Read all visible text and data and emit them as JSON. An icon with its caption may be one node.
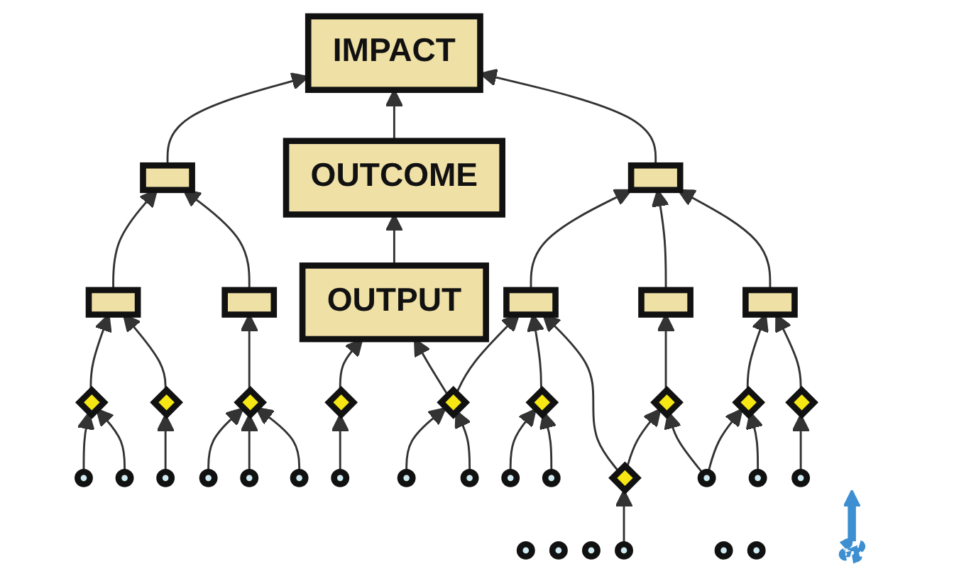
{
  "diagram": {
    "nodes": [
      {
        "text": [
          "IMPACT"
        ]
      },
      {
        "text": [],
        "shape": "box"
      },
      {
        "text": [
          "OUTCOME"
        ]
      },
      {
        "text": [],
        "shape": "box"
      },
      {
        "text": [],
        "shape": "box"
      },
      {
        "text": [],
        "shape": "box"
      },
      {
        "text": [
          "OUTPUT"
        ]
      },
      {
        "text": [],
        "shape": "box"
      },
      {
        "text": [],
        "shape": "box"
      },
      {
        "text": [],
        "shape": "box"
      },
      {
        "text": [],
        "shape": "diamond"
      },
      {
        "text": [],
        "shape": "diamond"
      },
      {
        "text": [],
        "shape": "diamond"
      },
      {
        "text": [],
        "shape": "diamond"
      },
      {
        "text": [],
        "shape": "diamond"
      },
      {
        "text": [],
        "shape": "diamond"
      },
      {
        "text": [],
        "shape": "diamond"
      },
      {
        "text": [],
        "shape": "diamond"
      },
      {
        "text": [],
        "shape": "diamond"
      },
      {
        "text": [],
        "shape": "diamond"
      },
      {
        "text": [],
        "shape": "circle"
      },
      {
        "text": [],
        "shape": "circle"
      },
      {
        "text": [],
        "shape": "circle"
      },
      {
        "text": [],
        "shape": "circle"
      },
      {
        "text": [],
        "shape": "circle"
      },
      {
        "text": [],
        "shape": "circle"
      },
      {
        "text": [],
        "shape": "circle"
      },
      {
        "text": [],
        "shape": "circle"
      },
      {
        "text": [],
        "shape": "circle"
      },
      {
        "text": [],
        "shape": "circle"
      },
      {
        "text": [],
        "shape": "circle"
      },
      {
        "text": [],
        "shape": "circle"
      },
      {
        "text": [],
        "shape": "circle"
      },
      {
        "text": [],
        "shape": "circle"
      },
      {
        "text": [],
        "shape": "circle"
      },
      {
        "text": [],
        "shape": "circle"
      },
      {
        "text": [],
        "shape": "circle"
      },
      {
        "text": [],
        "shape": "circle"
      },
      {
        "text": [],
        "shape": "circle"
      },
      {
        "text": [],
        "shape": "circle"
      },
      {
        "text": [],
        "shape": "cloud"
      }
    ],
    "edges": [
      {
        "from": 1,
        "to": 0,
        "arrow": "to"
      },
      {
        "from": 2,
        "to": 0,
        "arrow": "to"
      },
      {
        "from": 3,
        "to": 0,
        "arrow": "to"
      },
      {
        "from": 4,
        "to": 1,
        "arrow": "to"
      },
      {
        "from": 5,
        "to": 1,
        "arrow": "to"
      },
      {
        "from": 6,
        "to": 2,
        "arrow": "to"
      },
      {
        "from": 7,
        "to": 3,
        "arrow": "to"
      },
      {
        "from": 8,
        "to": 3,
        "arrow": "to"
      },
      {
        "from": 9,
        "to": 3,
        "arrow": "to"
      },
      {
        "from": 10,
        "to": 4,
        "arrow": "to"
      },
      {
        "from": 11,
        "to": 4,
        "arrow": "to"
      },
      {
        "from": 12,
        "to": 5,
        "arrow": "to"
      },
      {
        "from": 13,
        "to": 6,
        "arrow": "to"
      },
      {
        "from": 14,
        "to": 6,
        "arrow": "to"
      },
      {
        "from": 14,
        "to": 7,
        "arrow": "to"
      },
      {
        "from": 15,
        "to": 7,
        "arrow": "to"
      },
      {
        "from": 16,
        "to": 7,
        "arrow": "to"
      },
      {
        "from": 16,
        "to": 17,
        "arrow": "to"
      },
      {
        "from": 17,
        "to": 8,
        "arrow": "to"
      },
      {
        "from": 18,
        "to": 9,
        "arrow": "to"
      },
      {
        "from": 19,
        "to": 9,
        "arrow": "to"
      },
      {
        "from": 20,
        "to": 10,
        "arrow": "to"
      },
      {
        "from": 21,
        "to": 10,
        "arrow": "to"
      },
      {
        "from": 23,
        "to": 11,
        "arrow": "to"
      },
      {
        "from": 24,
        "to": 12,
        "arrow": "to"
      },
      {
        "from": 25,
        "to": 12,
        "arrow": "to"
      },
      {
        "from": 26,
        "to": 12,
        "arrow": "to"
      },
      {
        "from": 27,
        "to": 13,
        "arrow": "to"
      },
      {
        "from": 30,
        "to": 14,
        "arrow": "to"
      },
      {
        "from": 31,
        "to": 14,
        "arrow": "to"
      },
      {
        "from": 32,
        "to": 15,
        "arrow": "to"
      },
      {
        "from": 33,
        "to": 15,
        "arrow": "to"
      },
      {
        "from": 34,
        "to": 16,
        "arrow": "to"
      },
      {
        "from": 37,
        "to": 17,
        "arrow": "to"
      },
      {
        "from": 37,
        "to": 18,
        "arrow": "to"
      },
      {
        "from": 38,
        "to": 18,
        "arrow": "to"
      },
      {
        "from": 39,
        "to": 19,
        "arrow": "to"
      },
      {
        "from": 40,
        "to": null,
        "arrow": "to",
        "style": "thick",
        "color": "#3d8fd1"
      }
    ]
  }
}
